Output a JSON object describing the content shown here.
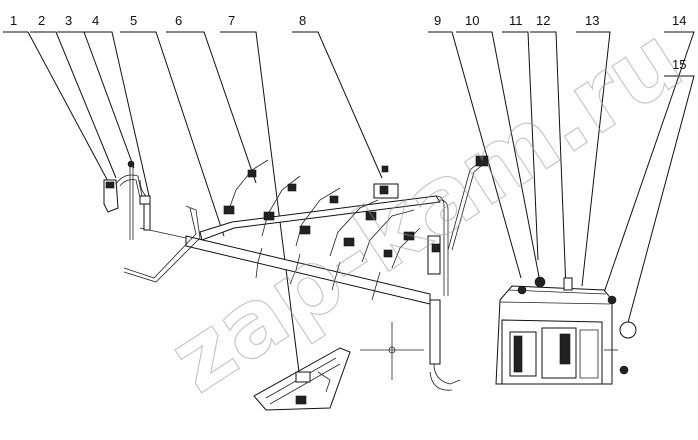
{
  "callouts": [
    "1",
    "2",
    "3",
    "4",
    "5",
    "6",
    "7",
    "8",
    "9",
    "10",
    "11",
    "12",
    "13",
    "14",
    "15"
  ],
  "watermark": "zap-kam.ru"
}
